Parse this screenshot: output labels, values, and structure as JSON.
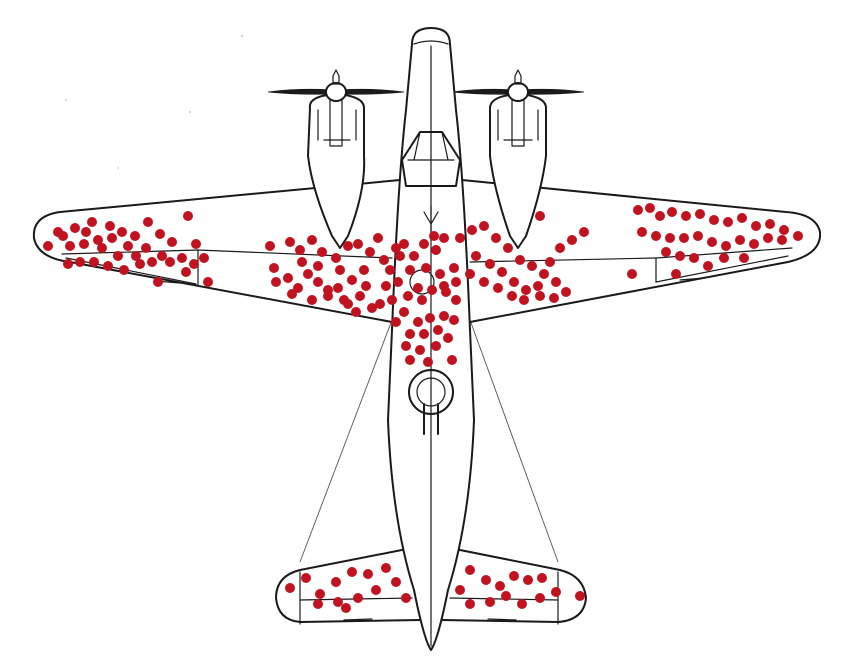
{
  "diagram": {
    "hit_color": "#c1121f",
    "line_color": "#1a1a1a",
    "background": "#ffffff",
    "hit_zones": [
      {
        "name": "left-wing-outer",
        "count": 38
      },
      {
        "name": "left-wing-inner",
        "count": 38
      },
      {
        "name": "fuselage-center",
        "count": 36
      },
      {
        "name": "right-wing-inner",
        "count": 28
      },
      {
        "name": "right-wing-outer",
        "count": 32
      },
      {
        "name": "tail-left",
        "count": 14
      },
      {
        "name": "tail-right",
        "count": 14
      }
    ]
  }
}
